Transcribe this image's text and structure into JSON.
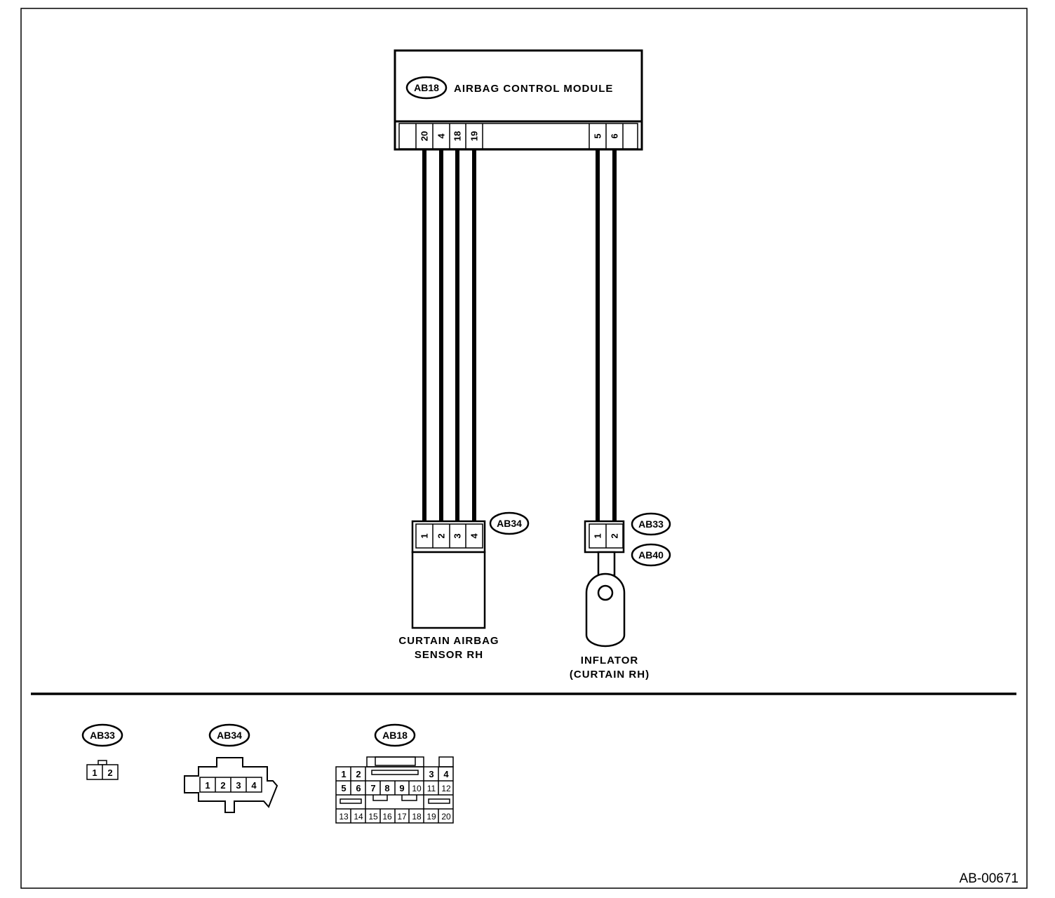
{
  "module": {
    "tag": "AB18",
    "title": "AIRBAG CONTROL MODULE",
    "pins_left": [
      "20",
      "4",
      "18",
      "19"
    ],
    "pins_right": [
      "5",
      "6"
    ]
  },
  "sensor": {
    "tag": "AB34",
    "pins": [
      "1",
      "2",
      "3",
      "4"
    ],
    "label_line1": "CURTAIN AIRBAG",
    "label_line2": "SENSOR RH"
  },
  "inflator": {
    "tag_top": "AB33",
    "tag_bottom": "AB40",
    "pins": [
      "1",
      "2"
    ],
    "label_line1": "INFLATOR",
    "label_line2": "(CURTAIN RH)"
  },
  "legend": {
    "ab33": {
      "tag": "AB33",
      "pins": [
        "1",
        "2"
      ]
    },
    "ab34": {
      "tag": "AB34",
      "pins": [
        "1",
        "2",
        "3",
        "4"
      ]
    },
    "ab18": {
      "tag": "AB18",
      "row1": [
        "1",
        "2",
        "3",
        "4"
      ],
      "row2": [
        "5",
        "6",
        "7",
        "8",
        "9",
        "10",
        "11",
        "12"
      ],
      "row4": [
        "13",
        "14",
        "15",
        "16",
        "17",
        "18",
        "19",
        "20"
      ]
    }
  },
  "figure_code": "AB-00671"
}
